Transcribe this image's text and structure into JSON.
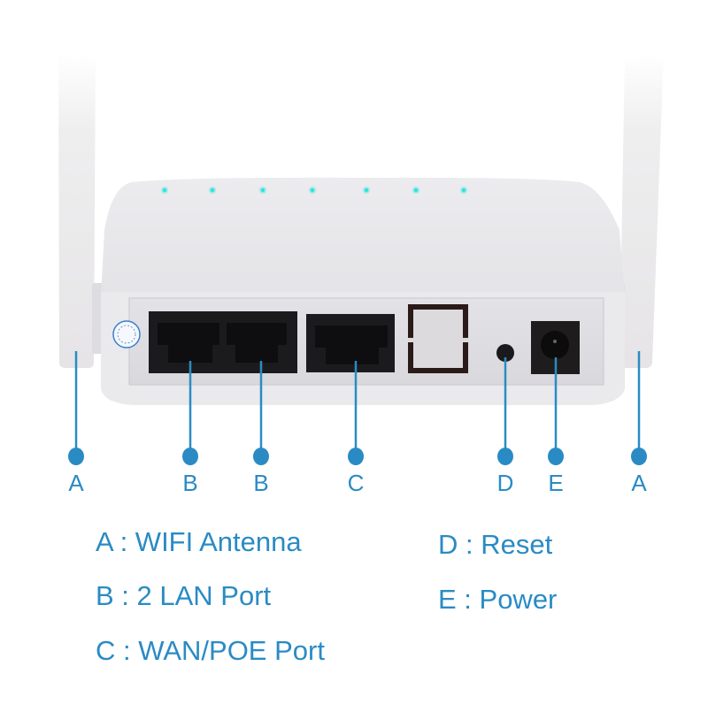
{
  "product": {
    "name": "wireless router rear panel diagram",
    "led_count": 7,
    "accent_color": "#2a8bc4",
    "led_color": "#22e5e0"
  },
  "callouts": [
    {
      "letter": "A",
      "target": "left-antenna"
    },
    {
      "letter": "B",
      "target": "lan-port-1"
    },
    {
      "letter": "B",
      "target": "lan-port-2"
    },
    {
      "letter": "C",
      "target": "wan-poe-port"
    },
    {
      "letter": "D",
      "target": "reset-button"
    },
    {
      "letter": "E",
      "target": "power-jack"
    },
    {
      "letter": "A",
      "target": "right-antenna"
    }
  ],
  "legend": {
    "left": [
      {
        "key": "A",
        "text": "A : WIFI Antenna"
      },
      {
        "key": "B",
        "text": "B : 2 LAN Port"
      },
      {
        "key": "C",
        "text": "C : WAN/POE Port"
      }
    ],
    "right": [
      {
        "key": "D",
        "text": "D : Reset"
      },
      {
        "key": "E",
        "text": "E : Power"
      }
    ]
  }
}
